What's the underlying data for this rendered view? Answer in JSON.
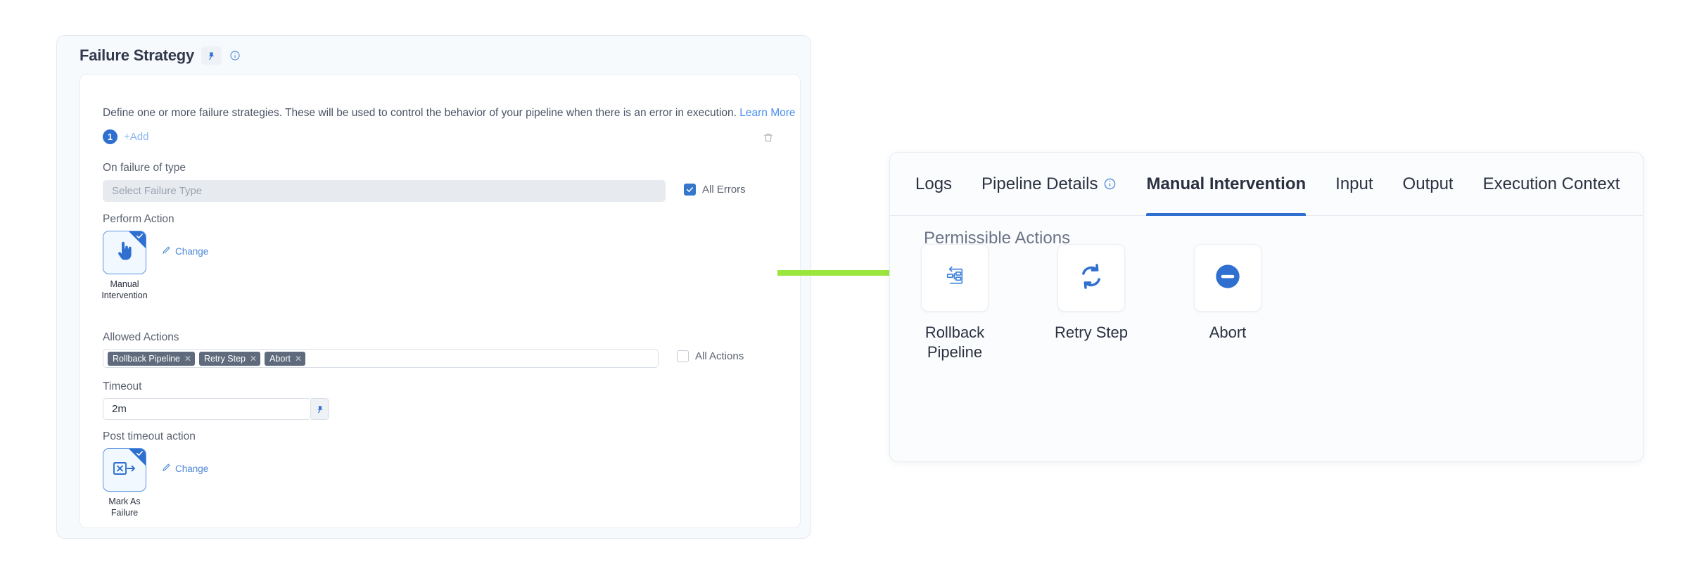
{
  "left_panel": {
    "title": "Failure Strategy",
    "pin_icon": "pin-icon",
    "info_icon": "info-icon",
    "description": "Define one or more failure strategies. These will be used to control the behavior of your pipeline when there is an error in execution.",
    "learn_more": "Learn More",
    "strategy_index": "1",
    "add_label": "+Add",
    "delete_icon": "trash-icon",
    "on_failure_label": "On failure of type",
    "failure_type_placeholder": "Select Failure Type",
    "all_errors_label": "All Errors",
    "all_errors_checked": true,
    "perform_action_label": "Perform Action",
    "perform_action_tile": {
      "caption_line1": "Manual",
      "caption_line2": "Intervention",
      "icon": "pointing-hand-icon",
      "change_label": "Change",
      "change_icon": "pencil-icon"
    },
    "allowed_actions_label": "Allowed Actions",
    "allowed_action_chips": [
      "Rollback Pipeline",
      "Retry Step",
      "Abort"
    ],
    "all_actions_label": "All Actions",
    "all_actions_checked": false,
    "timeout_label": "Timeout",
    "timeout_value": "2m",
    "timeout_pin_icon": "pin-icon",
    "post_timeout_label": "Post timeout action",
    "post_timeout_tile": {
      "caption_line1": "Mark As",
      "caption_line2": "Failure",
      "icon": "mark-as-failure-icon",
      "change_label": "Change",
      "change_icon": "pencil-icon"
    }
  },
  "arrow": {
    "name": "green-arrow",
    "color": "#9ae63c"
  },
  "right_panel": {
    "tabs": [
      {
        "label": "Logs",
        "active": false,
        "info": false
      },
      {
        "label": "Pipeline Details",
        "active": false,
        "info": true
      },
      {
        "label": "Manual Intervention",
        "active": true,
        "info": false
      },
      {
        "label": "Input",
        "active": false,
        "info": false
      },
      {
        "label": "Output",
        "active": false,
        "info": false
      },
      {
        "label": "Execution Context",
        "active": false,
        "info": false
      }
    ],
    "section_title": "Permissible Actions",
    "cards": [
      {
        "label": "Rollback Pipeline",
        "icon": "rollback-pipeline-icon"
      },
      {
        "label": "Retry Step",
        "icon": "retry-icon"
      },
      {
        "label": "Abort",
        "icon": "abort-icon"
      }
    ]
  },
  "colors": {
    "accent_blue": "#2f6fd0",
    "chip_slate": "#5f6b7c",
    "arrow_green": "#9ae63c"
  }
}
